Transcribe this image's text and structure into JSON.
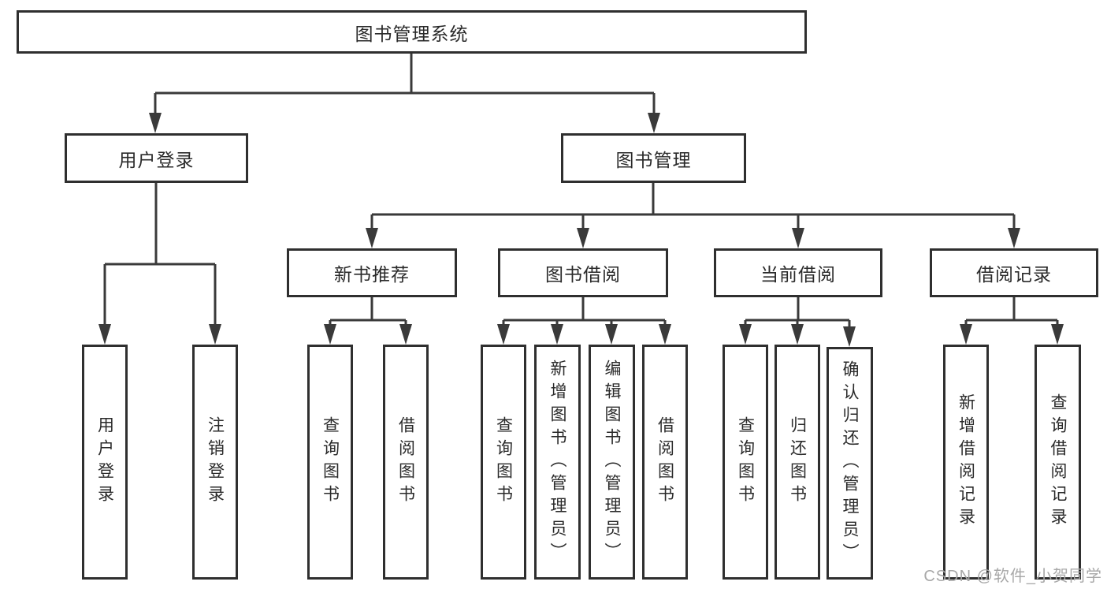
{
  "tree": {
    "label": "图书管理系统",
    "children": [
      {
        "label": "用户登录",
        "children": [
          {
            "label": "用户登录"
          },
          {
            "label": "注销登录"
          }
        ]
      },
      {
        "label": "图书管理",
        "children": [
          {
            "label": "新书推荐",
            "children": [
              {
                "label": "查询图书"
              },
              {
                "label": "借阅图书"
              }
            ]
          },
          {
            "label": "图书借阅",
            "children": [
              {
                "label": "查询图书"
              },
              {
                "label": "新增图书（管理员）"
              },
              {
                "label": "编辑图书（管理员）"
              },
              {
                "label": "借阅图书"
              }
            ]
          },
          {
            "label": "当前借阅",
            "children": [
              {
                "label": "查询图书"
              },
              {
                "label": "归还图书"
              },
              {
                "label": "确认归还（管理员）"
              }
            ]
          },
          {
            "label": "借阅记录",
            "children": [
              {
                "label": "新增借阅记录"
              },
              {
                "label": "查询借阅记录"
              }
            ]
          }
        ]
      }
    ]
  },
  "watermark": {
    "text": "CSDN @软件_小贺同学"
  },
  "colors": {
    "line": "#3a3a3a",
    "box_border": "#2f2f2f",
    "text": "#2a2a2a",
    "watermark": "#a8a8a8",
    "background": "#ffffff"
  }
}
